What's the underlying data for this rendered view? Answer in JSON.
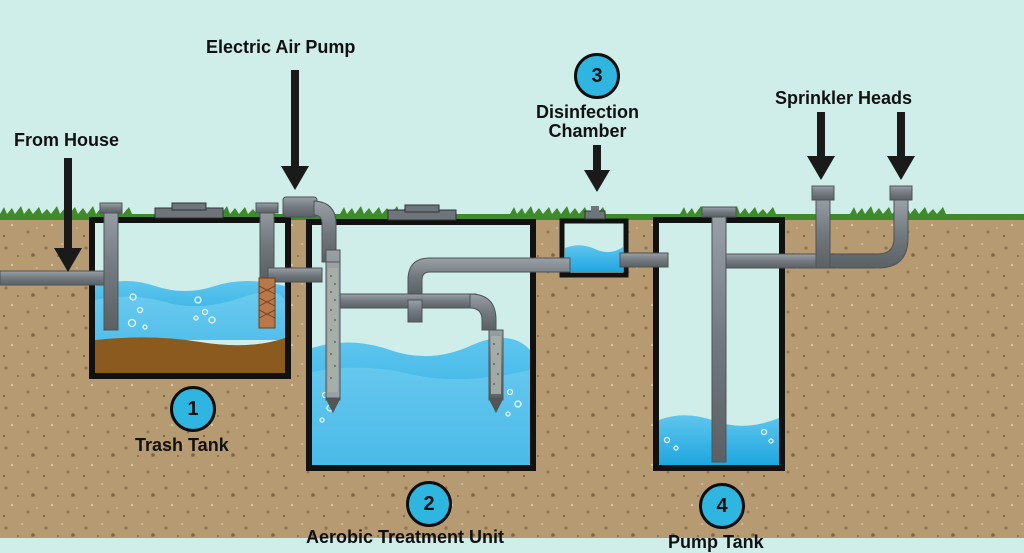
{
  "labels": {
    "from_house": "From House",
    "electric_air_pump": "Electric Air Pump",
    "disinfection_chamber_line1": "Disinfection",
    "disinfection_chamber_line2": "Chamber",
    "sprinkler_heads": "Sprinkler Heads",
    "trash_tank": "Trash Tank",
    "aerobic_treatment_unit": "Aerobic Treatment Unit",
    "pump_tank": "Pump Tank"
  },
  "stage_numbers": [
    "1",
    "2",
    "3",
    "4"
  ],
  "colors": {
    "sky": "#cfeeea",
    "soil": "#b59a72",
    "grass": "#3f8a2a",
    "water": "#3ab4e6",
    "water_light": "#7fd3f2",
    "pipe": "#7d8489",
    "sludge": "#8a5a1e",
    "badge": "#2fb6e0"
  }
}
